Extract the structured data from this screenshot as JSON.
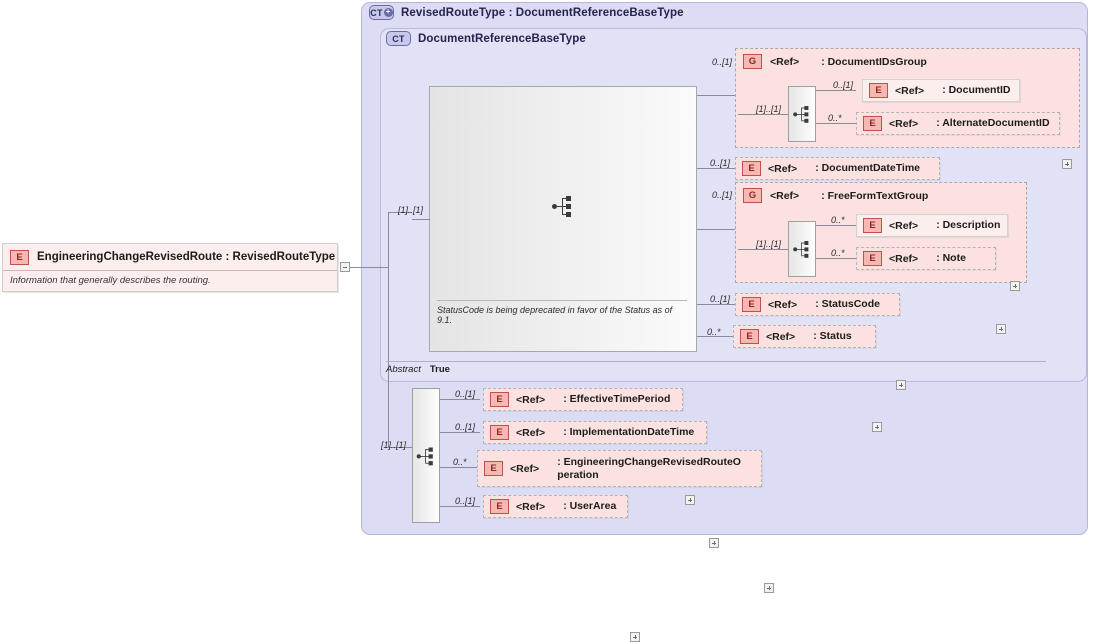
{
  "root_element": {
    "badge": "E",
    "name": "EngineeringChangeRevisedRoute : RevisedRouteType",
    "documentation": "Information that generally describes the routing.",
    "toggle": "collapse-toggle"
  },
  "outer_container": {
    "badge": "CT",
    "badge_plus": "+",
    "title": "RevisedRouteType : DocumentReferenceBaseType"
  },
  "inner_container": {
    "badge": "CT",
    "title": "DocumentReferenceBaseType",
    "sequence_cardinality": "[1]..[1]",
    "abstract_label": "Abstract",
    "abstract_value": "True",
    "deprecation_note": "StatusCode is being deprecated in favor of the Status as of 9.1."
  },
  "document_ids_group": {
    "cardinality": "0..[1]",
    "badge": "G",
    "ref": "<Ref>",
    "name": ": DocumentIDsGroup",
    "inner_cardinality": "[1]..[1]",
    "children": [
      {
        "cardinality": "0..[1]",
        "badge": "E",
        "ref": "<Ref>",
        "name": ": DocumentID",
        "style": "solid"
      },
      {
        "cardinality": "0..*",
        "badge": "E",
        "ref": "<Ref>",
        "name": ": AlternateDocumentID",
        "style": "dashed"
      }
    ]
  },
  "document_date_time": {
    "cardinality": "0..[1]",
    "badge": "E",
    "ref": "<Ref>",
    "name": ": DocumentDateTime",
    "style": "dashed"
  },
  "free_form_text_group": {
    "cardinality": "0..[1]",
    "badge": "G",
    "ref": "<Ref>",
    "name": ": FreeFormTextGroup",
    "inner_cardinality": "[1]..[1]",
    "children": [
      {
        "cardinality": "0..*",
        "badge": "E",
        "ref": "<Ref>",
        "name": ": Description",
        "style": "solid"
      },
      {
        "cardinality": "0..*",
        "badge": "E",
        "ref": "<Ref>",
        "name": ": Note",
        "style": "dashed"
      }
    ]
  },
  "status_code": {
    "cardinality": "0..[1]",
    "badge": "E",
    "ref": "<Ref>",
    "name": ": StatusCode",
    "style": "dashed"
  },
  "status": {
    "cardinality": "0..*",
    "badge": "E",
    "ref": "<Ref>",
    "name": ": Status",
    "style": "dashed"
  },
  "bottom_sequence": {
    "cardinality": "[1]..[1]",
    "children": [
      {
        "cardinality": "0..[1]",
        "badge": "E",
        "ref": "<Ref>",
        "name": ": EffectiveTimePeriod",
        "style": "dashed"
      },
      {
        "cardinality": "0..[1]",
        "badge": "E",
        "ref": "<Ref>",
        "name": ": ImplementationDateTime",
        "style": "dashed"
      },
      {
        "cardinality": "0..*",
        "badge": "E",
        "ref": "<Ref>",
        "name": ": EngineeringChangeRevisedRouteOperation",
        "style": "dashed"
      },
      {
        "cardinality": "0..[1]",
        "badge": "E",
        "ref": "<Ref>",
        "name": ": UserArea",
        "style": "dashed"
      }
    ]
  },
  "colors": {
    "outer_container_bg": "#dcdcf5",
    "inner_container_bg": "#e2e2f6",
    "element_pink": "#fdeeee",
    "group_pink": "#fbe2e1",
    "badge_red": "#c0504d",
    "connector": "#8a8a9e"
  }
}
